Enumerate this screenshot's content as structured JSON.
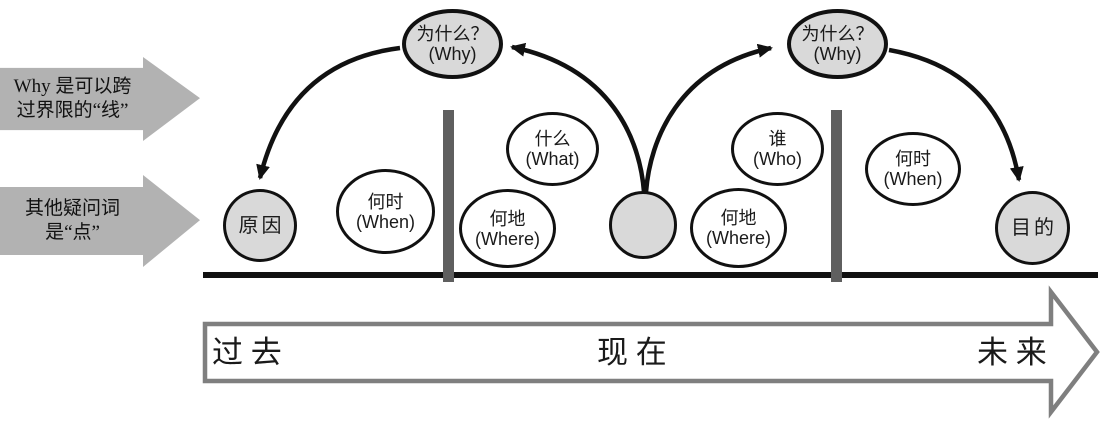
{
  "left_labels": {
    "why_line": {
      "line1": "Why 是可以跨",
      "line2": "过界限的“线”"
    },
    "other_point": {
      "line1": "其他疑问词",
      "line2": "是“点”"
    }
  },
  "bubbles": {
    "why_left": {
      "zh": "为什么？",
      "en": "(Why)"
    },
    "why_right": {
      "zh": "为什么？",
      "en": "(Why)"
    },
    "cause": {
      "zh": "原因"
    },
    "when_left": {
      "zh": "何时",
      "en": "(When)"
    },
    "what": {
      "zh": "什么",
      "en": "(What)"
    },
    "where_left": {
      "zh": "何地",
      "en": "(Where)"
    },
    "present_dot": {
      "zh": ""
    },
    "where_right": {
      "zh": "何地",
      "en": "(Where)"
    },
    "who": {
      "zh": "谁",
      "en": "(Who)"
    },
    "when_right": {
      "zh": "何时",
      "en": "(When)"
    },
    "purpose": {
      "zh": "目的"
    }
  },
  "timeline": {
    "past": "过 去",
    "present": "现 在",
    "future": "未 来"
  },
  "colors": {
    "bubble_gray": "#d9d9d9",
    "bubble_white": "#ffffff",
    "outline_black": "#111111",
    "label_arrow_gray": "#b2b2b2",
    "divider_gray": "#5f5f5f",
    "timeline_arrow_outline": "#7f7f7f"
  }
}
